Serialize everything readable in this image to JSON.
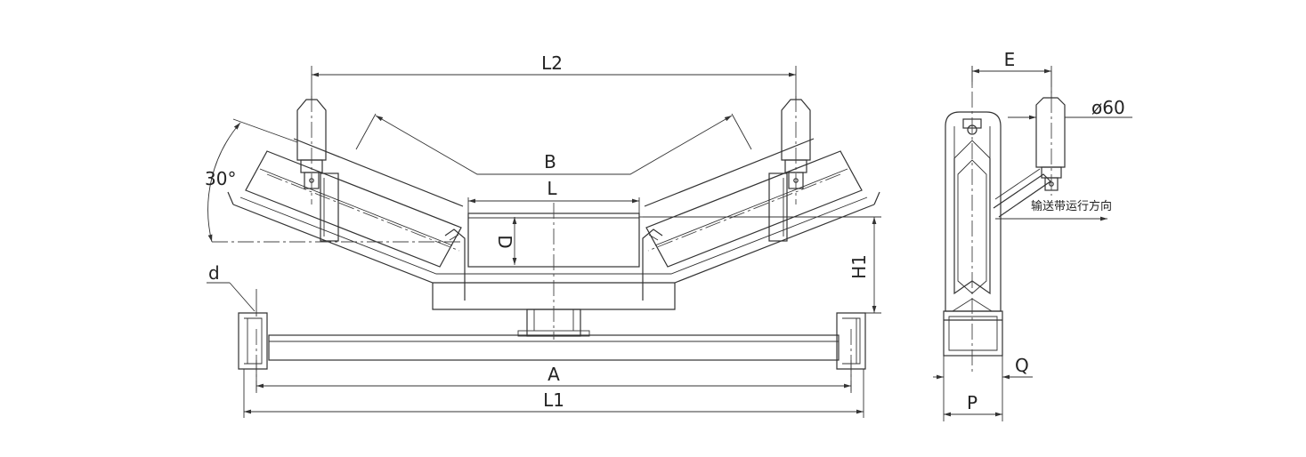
{
  "labels": {
    "L2": "L2",
    "B": "B",
    "L": "L",
    "D": "D",
    "angle": "30°",
    "d": "d",
    "H1": "H1",
    "A": "A",
    "L1": "L1",
    "E": "E",
    "phi60": "ø60",
    "direction": "输送带运行方向",
    "Q": "Q",
    "P": "P"
  },
  "colors": {
    "line": "#333333",
    "background": "#ffffff"
  }
}
